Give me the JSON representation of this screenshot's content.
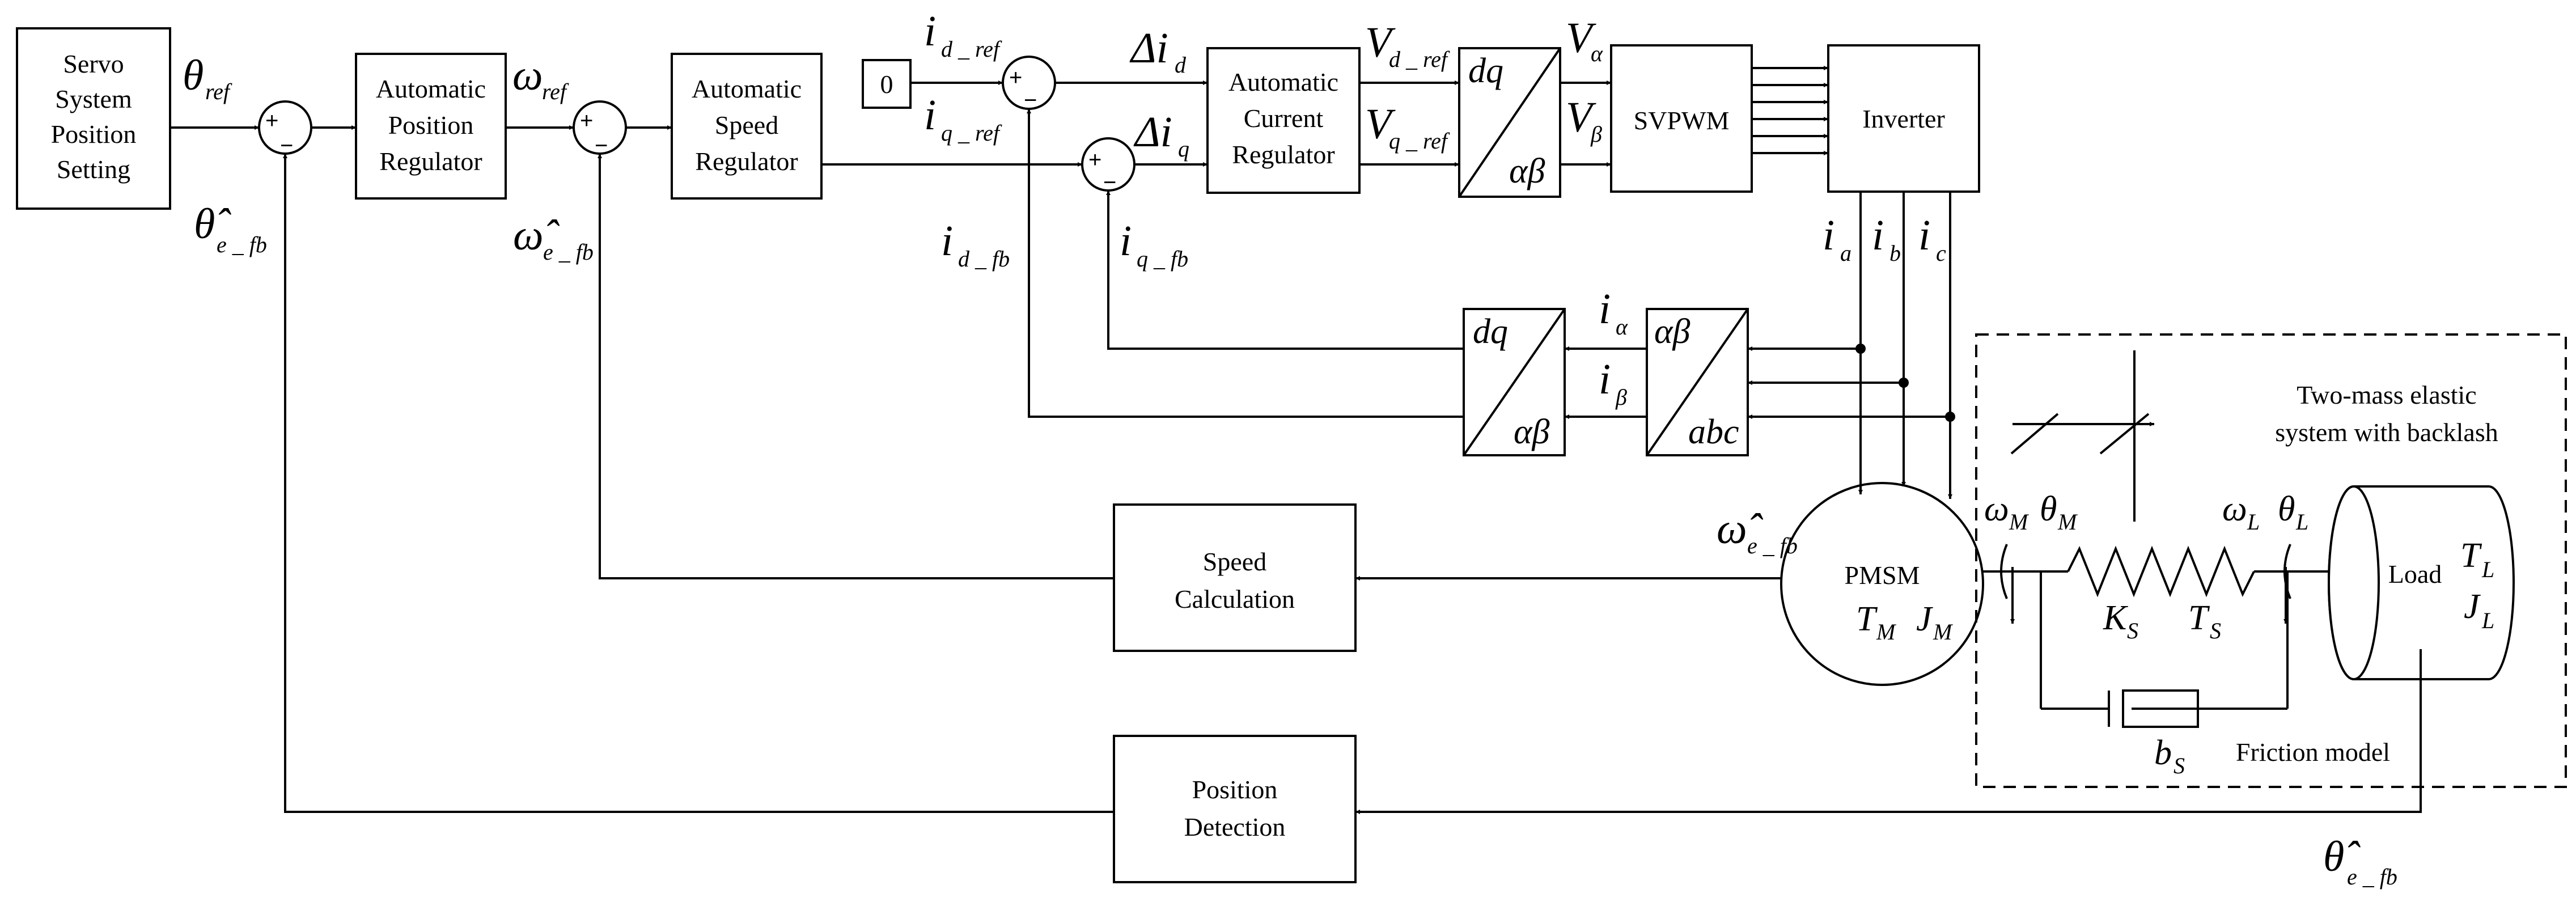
{
  "blocks": {
    "servo": [
      "Servo",
      "System",
      "Position",
      "Setting"
    ],
    "apr": [
      "Automatic",
      "Position",
      "Regulator"
    ],
    "asr": [
      "Automatic",
      "Speed",
      "Regulator"
    ],
    "acr": [
      "Automatic",
      "Current",
      "Regulator"
    ],
    "svpwm": "SVPWM",
    "inverter": "Inverter",
    "zero": "0",
    "speed_calc": [
      "Speed",
      "Calculation"
    ],
    "pos_det": [
      "Position",
      "Detection"
    ],
    "pmsm": "PMSM",
    "load": "Load",
    "dq": "dq",
    "alphabeta": "αβ",
    "abc": "abc"
  },
  "two_mass": [
    "Two-mass elastic",
    "system with backlash"
  ],
  "friction": "Friction model",
  "signs": {
    "plus": "+",
    "minus": "−"
  },
  "symbols": {
    "theta": "θ",
    "theta_hat": "θ̂",
    "omega": "ω",
    "omega_hat": "ω̂",
    "i": "i",
    "delta_i": "Δi",
    "V": "V",
    "T": "T",
    "J": "J",
    "K": "K",
    "b": "b"
  },
  "subs": {
    "ref": "ref",
    "e_fb": "e _ fb",
    "d_ref": "d _ ref",
    "q_ref": "q _ ref",
    "d_fb": "d _ fb",
    "q_fb": "q _ fb",
    "d": "d",
    "q": "q",
    "a": "a",
    "b": "b",
    "c": "c",
    "alpha": "α",
    "beta": "β",
    "M": "M",
    "L": "L",
    "S": "S"
  }
}
